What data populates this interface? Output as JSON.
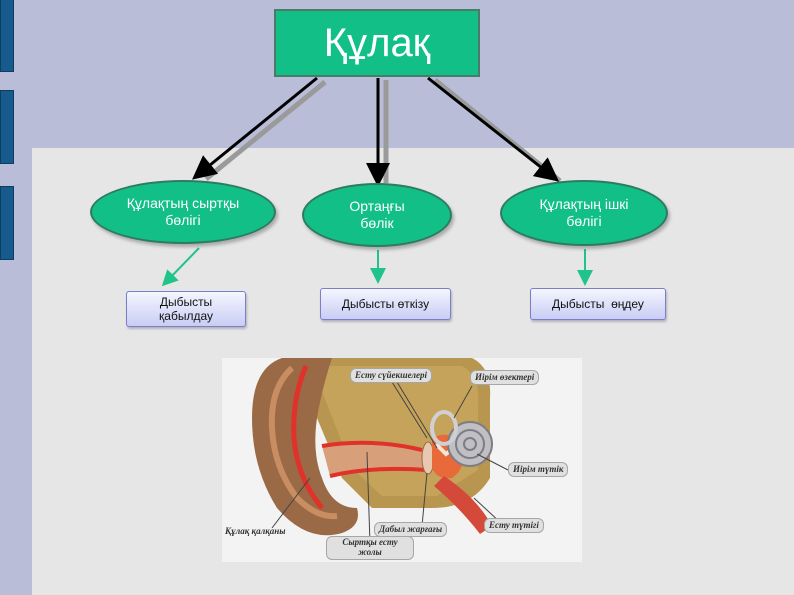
{
  "title": "Құлақ",
  "parts": [
    {
      "name": "Құлақтың сыртқы бөлігі",
      "function": "Дыбысты қабылдау"
    },
    {
      "name": "Ортаңғы бөлік",
      "function": "Дыбысты өткізу"
    },
    {
      "name": "Құлақтың ішкі бөлігі",
      "function": "Дыбысты  өңдеу"
    }
  ],
  "ear_labels": {
    "ossicles": "Есту сүйекшелері",
    "nerve_endings": "Иірім өзектері",
    "cochlea": "Иірім түтік",
    "auditory_tube": "Есту түтігі",
    "eardrum": "Дабыл жарғағы",
    "outer_canal": "Сыртқы есту жолы",
    "auricle": "Құлақ қалқаны"
  },
  "colors": {
    "background": "#b9bdd8",
    "panel": "#e6e6e6",
    "accent_green": "#12bf86",
    "left_bar": "#175a8c"
  }
}
